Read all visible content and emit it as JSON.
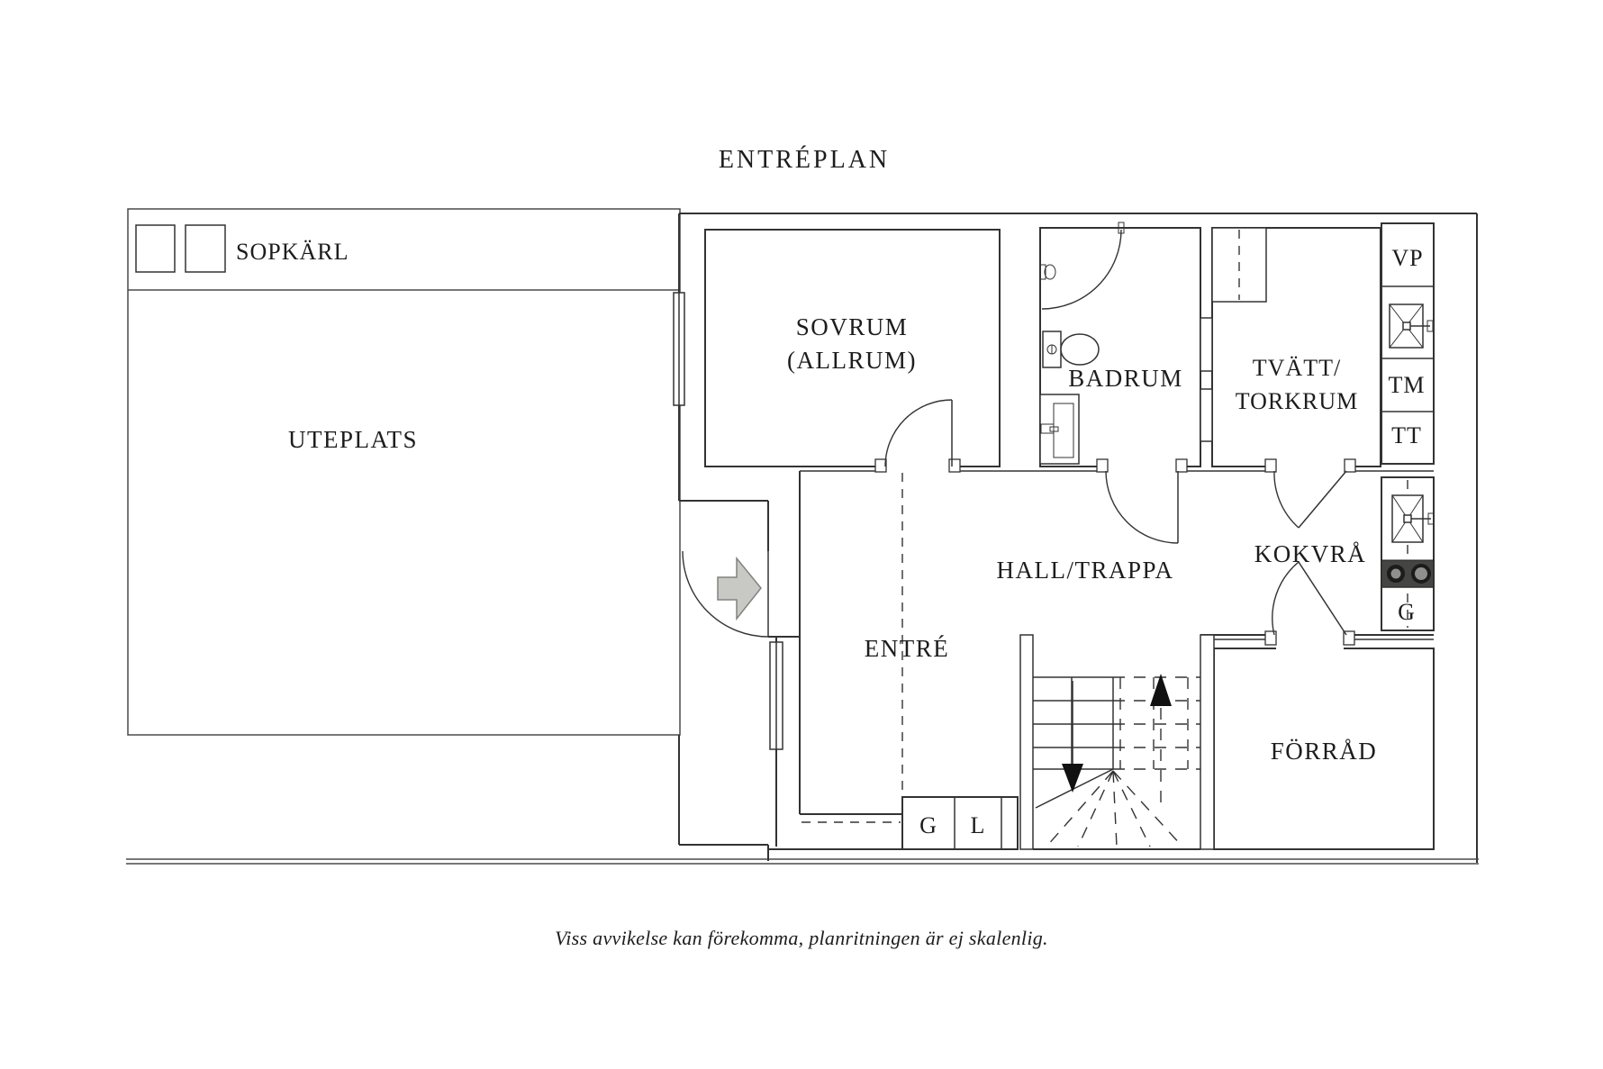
{
  "title": "ENTRÉPLAN",
  "disclaimer": "Viss avvikelse kan förekomma, planritningen är ej skalenlig.",
  "labels": {
    "sopkarl": "SOPKÄRL",
    "uteplats": "UTEPLATS",
    "sovrum1": "SOVRUM",
    "sovrum2": "(ALLRUM)",
    "badrum": "BADRUM",
    "tvatt1": "TVÄTT/",
    "tvatt2": "TORKRUM",
    "hall": "HALL/TRAPPA",
    "kokvra": "KOKVRÅ",
    "entre": "ENTRÉ",
    "forrad": "FÖRRÅD",
    "vp": "VP",
    "tm": "TM",
    "tt": "TT",
    "g_kitchen": "G",
    "g_closet": "G",
    "l_closet": "L"
  },
  "colors": {
    "background": "#ffffff",
    "wall": "#333333",
    "stove_body": "#454543",
    "burner_ring": "#1c1c1c",
    "burner_center": "#8f8f8d",
    "arrow_fill": "#c8c8c4",
    "arrow_stroke": "#82827e"
  }
}
